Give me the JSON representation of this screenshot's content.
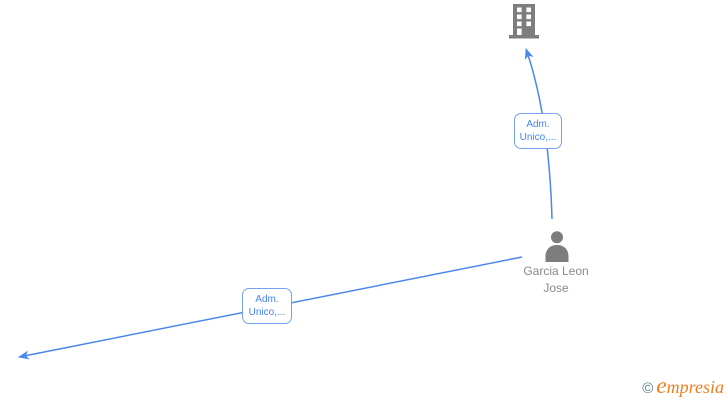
{
  "colors": {
    "edge_blue": "#4a86ee",
    "label_border": "#76a1f3",
    "label_text": "#4285f4",
    "node_gray": "#7d7d7d",
    "name_text": "#8a8a8a",
    "logo_copyright_teal": "#4e808d",
    "logo_brand_orange": "#ef7d1f",
    "background": "#ffffff"
  },
  "nodes": {
    "company": {
      "icon": "building-icon"
    },
    "person": {
      "icon": "person-icon",
      "name_line1": "Garcia Leon",
      "name_line2": "Jose"
    }
  },
  "edges": [
    {
      "id": "person-to-company",
      "direction": "arrow-up-to-building",
      "label_line1": "Adm.",
      "label_line2": "Unico,..."
    },
    {
      "id": "person-to-offscreen-left",
      "direction": "arrow-down-left-offscreen",
      "label_line1": "Adm.",
      "label_line2": "Unico,..."
    }
  ],
  "footer": {
    "copyright_symbol": "©",
    "brand": "empresia"
  }
}
